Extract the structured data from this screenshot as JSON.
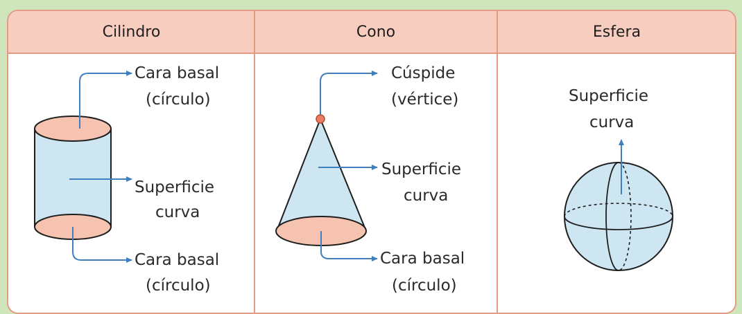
{
  "columns": [
    {
      "header": "Cilindro"
    },
    {
      "header": "Cono"
    },
    {
      "header": "Esfera"
    }
  ],
  "cylinder": {
    "top_label": [
      "Cara basal",
      "(círculo)"
    ],
    "side_label": [
      "Superficie",
      "curva"
    ],
    "bottom_label": [
      "Cara basal",
      "(círculo)"
    ]
  },
  "cone": {
    "apex_label": [
      "Cúspide",
      "(vértice)"
    ],
    "side_label": [
      "Superficie",
      "curva"
    ],
    "base_label": [
      "Cara basal",
      "(círculo)"
    ]
  },
  "sphere": {
    "surface_label": [
      "Superficie",
      "curva"
    ]
  },
  "colors": {
    "solid_fill": "#cde6f1",
    "base_fill": "#f6c3b0",
    "arrow": "#3f7fc0",
    "border": "#e59a86",
    "header_bg": "#f6cdbf"
  }
}
